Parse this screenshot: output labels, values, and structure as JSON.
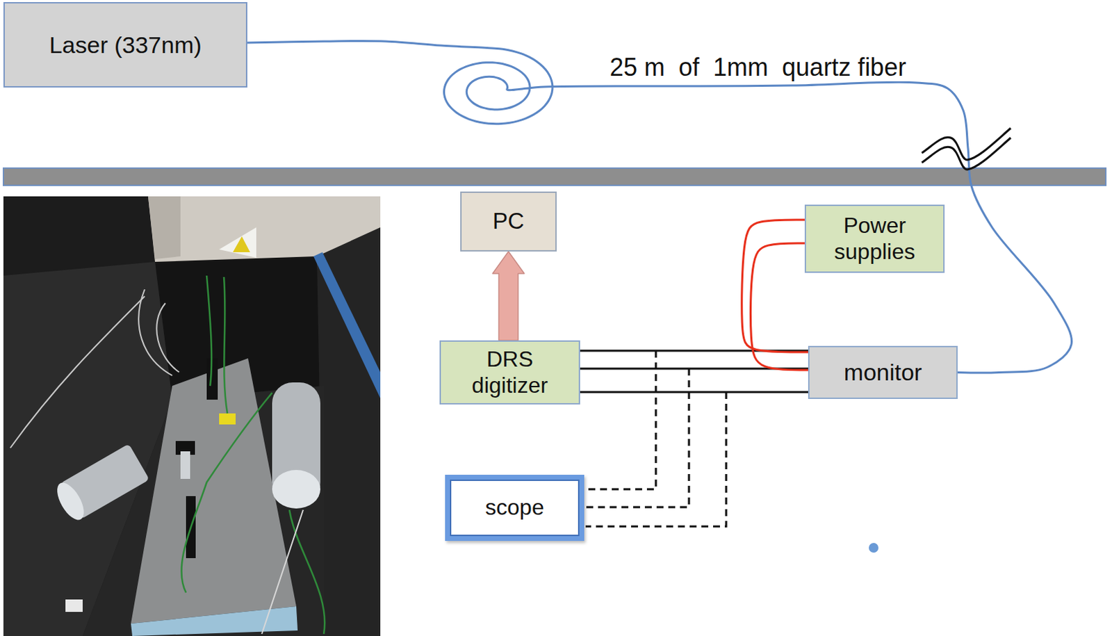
{
  "diagram": {
    "nodes": [
      {
        "text": [
          "Laser (337nm)"
        ]
      },
      {
        "text": [
          "PC"
        ]
      },
      {
        "text": [
          "Power supplies"
        ]
      },
      {
        "text": [
          "DRS digitizer"
        ]
      },
      {
        "text": [
          "monitor"
        ]
      },
      {
        "text": [
          "scope"
        ]
      }
    ],
    "edges": [
      {
        "from": 0,
        "to": 4,
        "arrow": "none",
        "label": "25 m  of  1mm  quartz fiber"
      },
      {
        "from": 3,
        "to": 1,
        "arrow": "to"
      },
      {
        "from": 3,
        "to": 4,
        "arrow": "none"
      },
      {
        "from": 3,
        "to": 4,
        "arrow": "none"
      },
      {
        "from": 3,
        "to": 4,
        "arrow": "none"
      },
      {
        "from": 2,
        "to": 4,
        "arrow": "none"
      },
      {
        "from": 2,
        "to": 4,
        "arrow": "none"
      }
    ]
  }
}
